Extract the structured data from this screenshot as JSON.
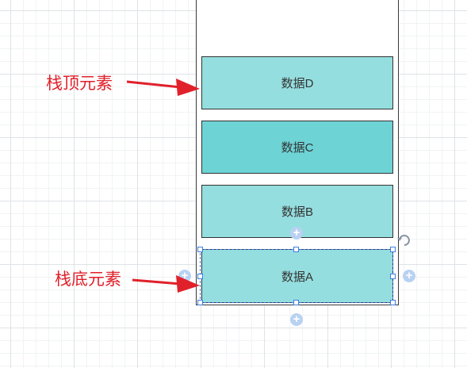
{
  "stack": {
    "blocks": [
      {
        "label": "数据D",
        "color": "#95dedf"
      },
      {
        "label": "数据C",
        "color": "#6dd3d5"
      },
      {
        "label": "数据B",
        "color": "#95dedf"
      },
      {
        "label": "数据A",
        "color": "#95dedf"
      }
    ]
  },
  "annotations": {
    "top": "栈顶元素",
    "bottom": "栈底元素",
    "color": "#e0212b"
  },
  "selection": {
    "accent": "#3c7ee0",
    "plus_glyph": "+",
    "icons": [
      "plus-icon",
      "rotate-icon"
    ]
  }
}
